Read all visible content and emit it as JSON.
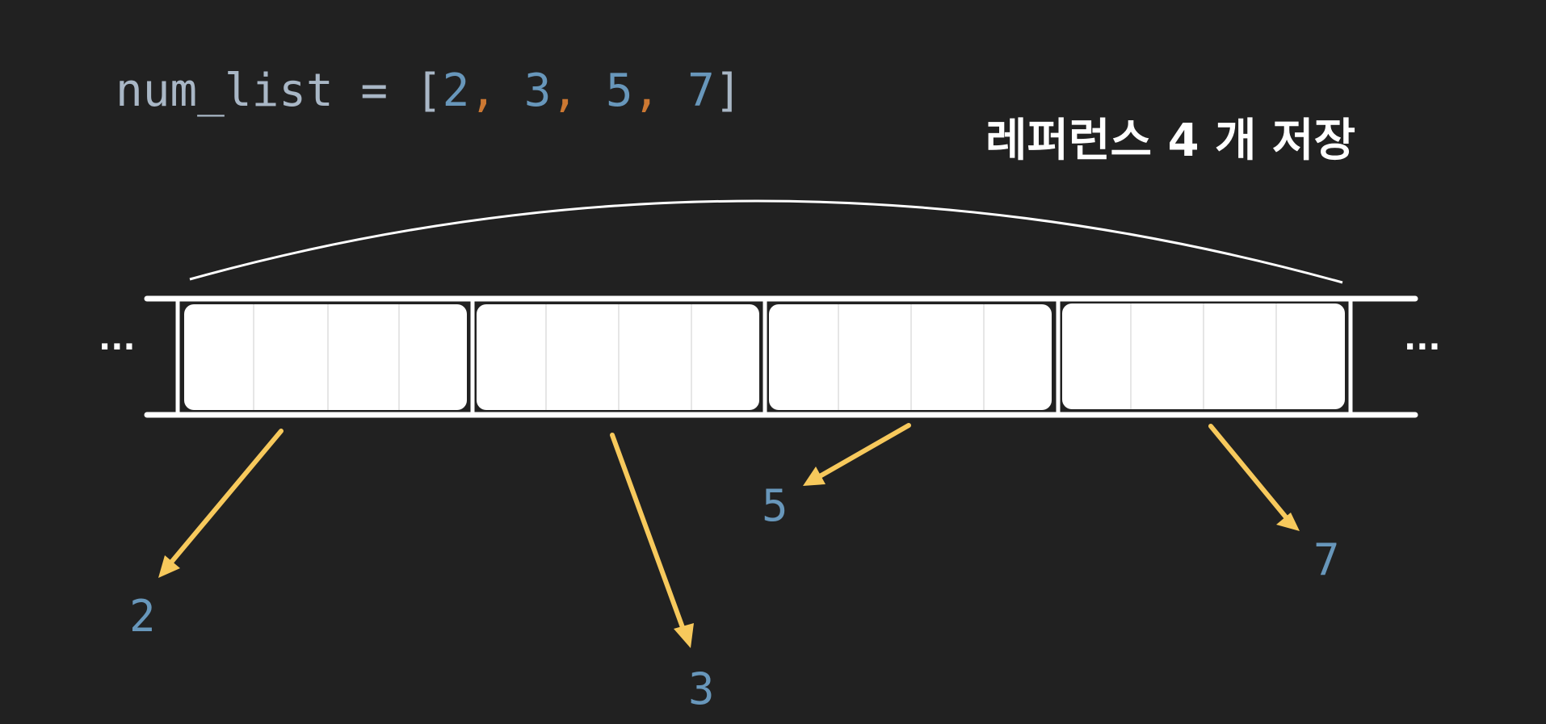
{
  "code": {
    "variable": "num_list",
    "operator": " = ",
    "open_bracket": "[",
    "close_bracket": "]",
    "separator": ", ",
    "values": [
      "2",
      "3",
      "5",
      "7"
    ]
  },
  "caption": "레퍼런스 4 개 저장",
  "ellipsis_left": "···",
  "ellipsis_right": "···",
  "referenced_values": [
    "2",
    "3",
    "5",
    "7"
  ],
  "colors": {
    "background": "#212121",
    "code_text": "#a9b7c6",
    "number": "#6897bb",
    "comma": "#cc7832",
    "arrow": "#f7c95c",
    "memory": "#ffffff"
  }
}
